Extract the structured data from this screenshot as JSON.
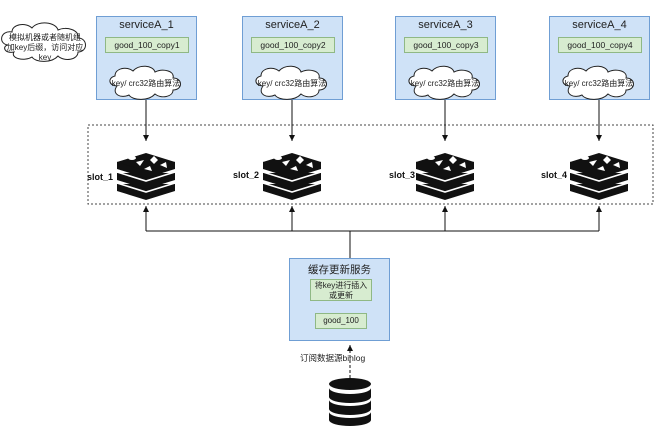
{
  "note": "模拟机器或者随机组加key后缀，访问对应key",
  "services": [
    {
      "title": "serviceA_1",
      "copy": "good_100_copy1",
      "algo": "key/ crc32路由算法"
    },
    {
      "title": "serviceA_2",
      "copy": "good_100_copy2",
      "algo": "key/ crc32路由算法"
    },
    {
      "title": "serviceA_3",
      "copy": "good_100_copy3",
      "algo": "key/ crc32路由算法"
    },
    {
      "title": "serviceA_4",
      "copy": "good_100_copy4",
      "algo": "key/ crc32路由算法"
    }
  ],
  "slots": [
    "slot_1",
    "slot_2",
    "slot_3",
    "slot_4"
  ],
  "cache_service": {
    "title": "缓存更新服务",
    "action": "将key进行插入或更新",
    "key": "good_100"
  },
  "subscribe_label": "订阅数据源binlog",
  "icons": {
    "redis": "redis-cube-icon",
    "database": "database-icon",
    "cloud": "cloud-shape"
  }
}
